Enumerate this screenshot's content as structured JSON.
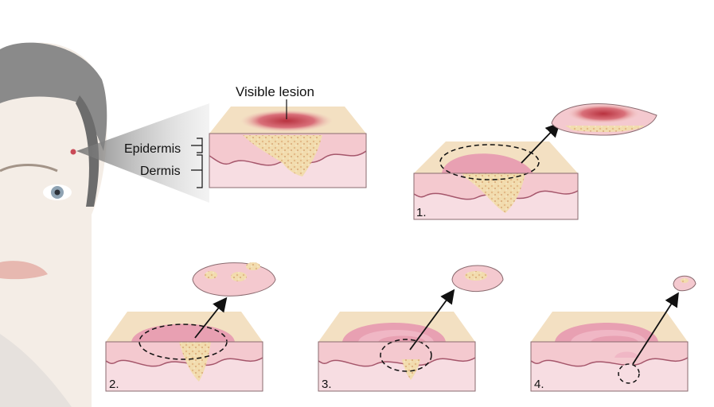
{
  "labels": {
    "visible_lesion": "Visible lesion",
    "epidermis": "Epidermis",
    "dermis": "Dermis"
  },
  "stages": [
    {
      "number": "1."
    },
    {
      "number": "2."
    },
    {
      "number": "3."
    },
    {
      "number": "4."
    }
  ],
  "colors": {
    "skin_top": "#f3e0c2",
    "epidermis": "#f4c9cf",
    "dermis": "#f7dde2",
    "tumor": "#f1d9a8",
    "lesion_red": "#c94a57",
    "crater": "#e8a0b2"
  }
}
